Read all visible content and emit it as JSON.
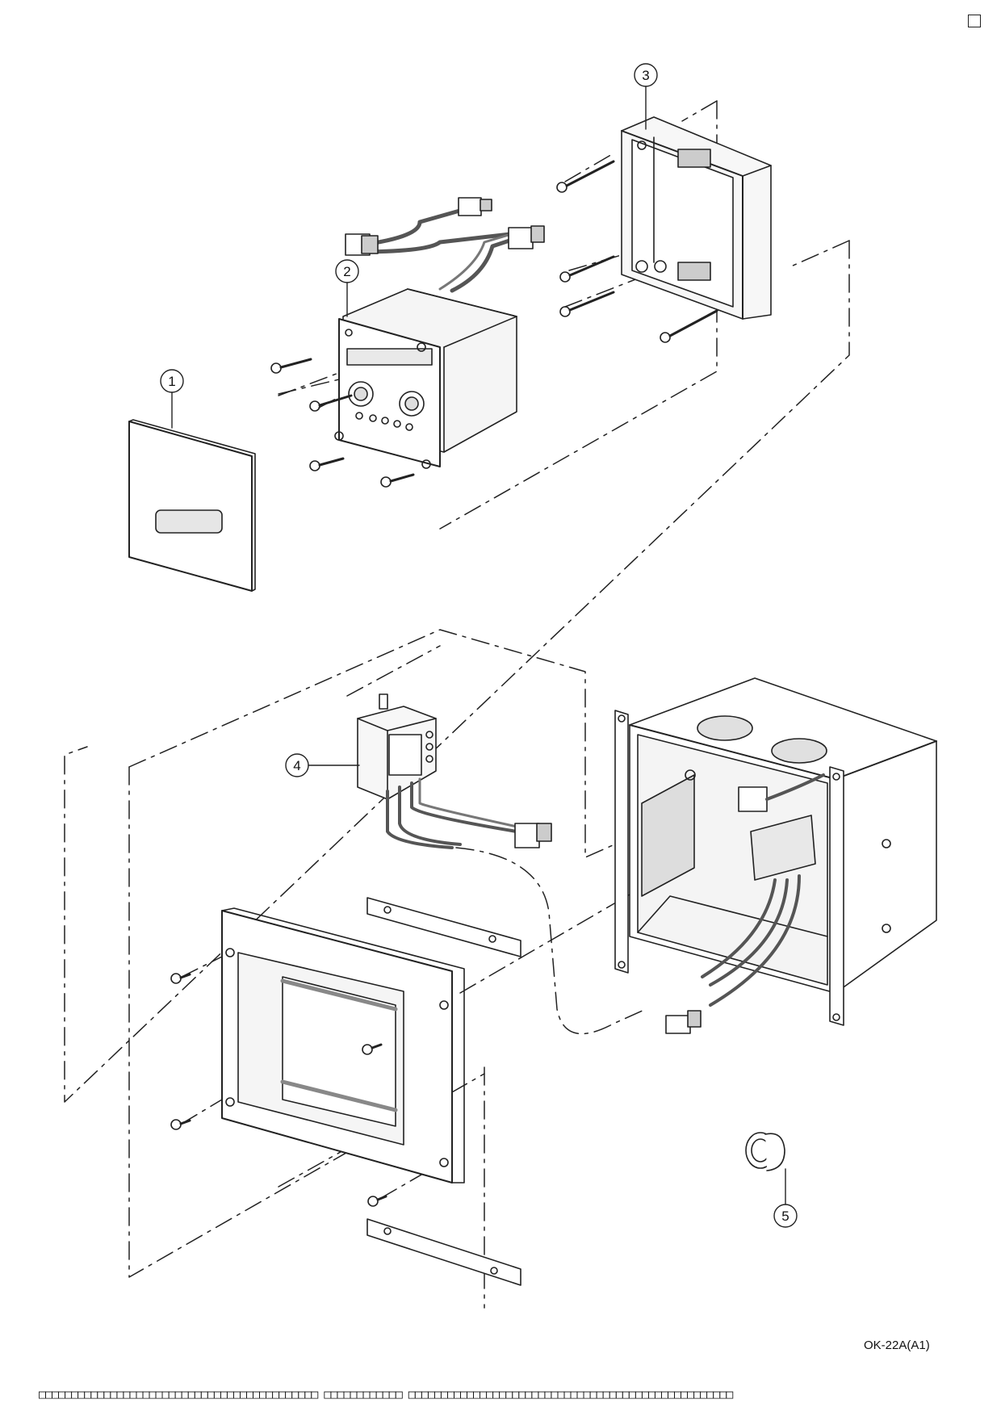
{
  "callouts": [
    {
      "label": "1",
      "part": "cover plate"
    },
    {
      "label": "2",
      "part": "sensor unit"
    },
    {
      "label": "3",
      "part": "mounting frame"
    },
    {
      "label": "4",
      "part": "solenoid valve unit"
    },
    {
      "label": "5",
      "part": "key"
    }
  ],
  "model_code": "OK-22A(A1)",
  "footer_text": "□□□□□□□□□□□□□□□□□□□□□□□□□□□□□□□□□□□□□□□□□□□ □□□□□□□□□□□□ □□□□□□□□□□□□□□□□□□□□□□□□□□□□□□□□□□□□□□□□□□□□□□□□□□",
  "colors": {
    "line": "#222222",
    "fill_light": "#f2f2f2",
    "fill_mid": "#d9d9d9",
    "fill_dark": "#9a9a9a"
  }
}
